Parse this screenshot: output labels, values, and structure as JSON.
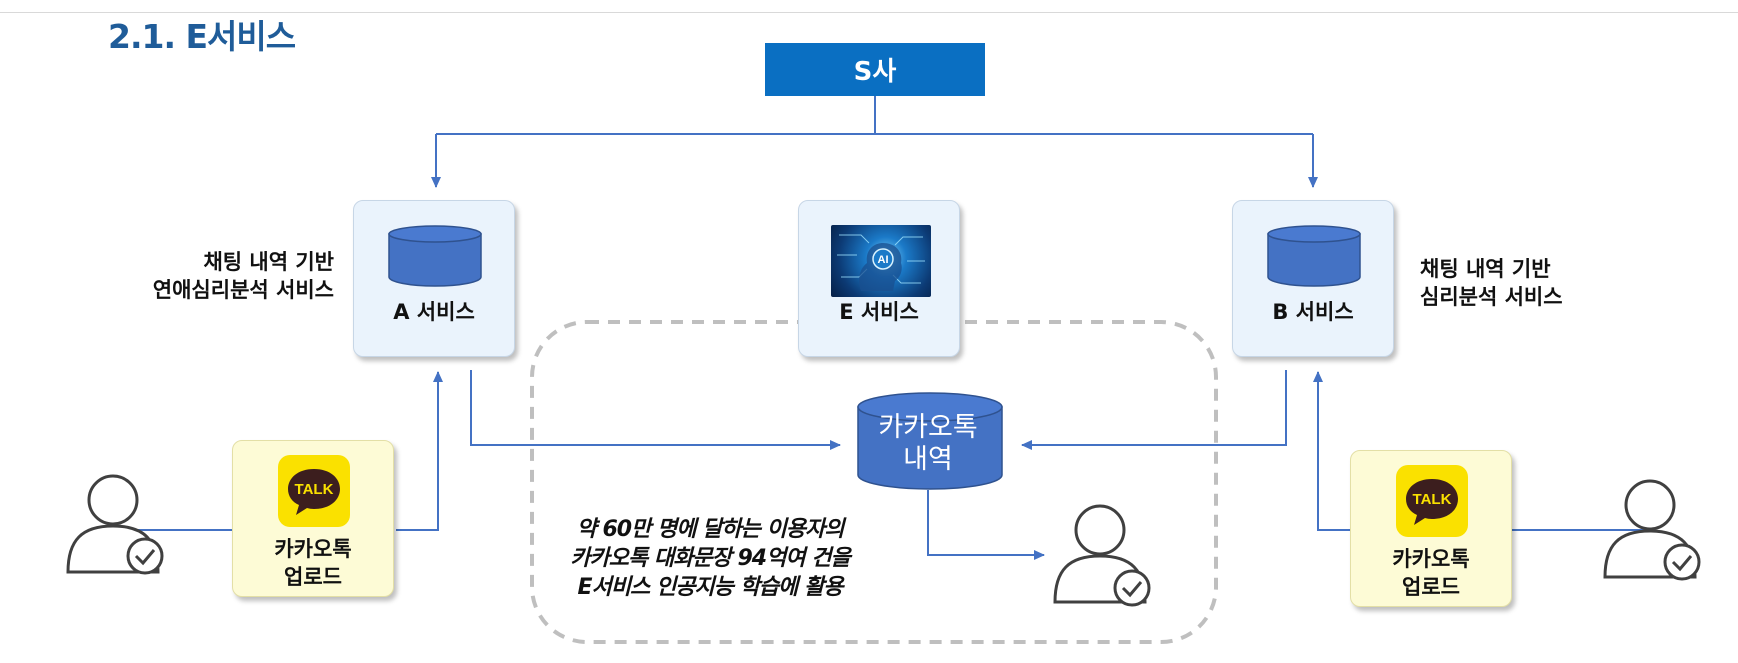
{
  "header": {
    "title": "2.1. E서비스"
  },
  "company": {
    "label": "S사"
  },
  "services": {
    "a": {
      "label": "A 서비스",
      "icon": "database-icon",
      "desc": [
        "채팅 내역 기반",
        "연애심리분석 서비스"
      ]
    },
    "e": {
      "label": "E 서비스",
      "icon": "ai-brain-image",
      "badge": "AI"
    },
    "b": {
      "label": "B 서비스",
      "icon": "database-icon",
      "desc": [
        "채팅 내역 기반",
        "심리분석 서비스"
      ]
    }
  },
  "uploads": {
    "left": {
      "logo": "TALK",
      "caption": [
        "카카오톡",
        "업로드"
      ]
    },
    "right": {
      "logo": "TALK",
      "caption": [
        "카카오톡",
        "업로드"
      ]
    }
  },
  "database": {
    "label": [
      "카카오톡",
      "내역"
    ]
  },
  "note": [
    "약 60만 명에 달하는 이용자의",
    "카카오톡 대화문장 94억여 건을",
    "E서비스 인공지능 학습에 활용"
  ],
  "colors": {
    "title": "#1f5c99",
    "company": "#0a6fc2",
    "connector": "#4472c4",
    "db": "#4472c4",
    "service_bg": "#eaf3fc",
    "upload_bg": "#fdfbd6",
    "kakao_yellow": "#fae100"
  }
}
